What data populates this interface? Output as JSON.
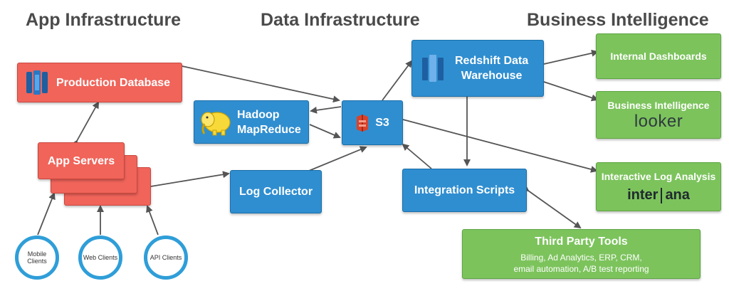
{
  "sections": {
    "app": "App Infrastructure",
    "data": "Data Infrastructure",
    "bi": "Business Intelligence"
  },
  "nodes": {
    "production_db": "Production Database",
    "app_servers": "App Servers",
    "hadoop_line1": "Hadoop",
    "hadoop_line2": "MapReduce",
    "s3": "S3",
    "log_collector": "Log Collector",
    "redshift_line1": "Redshift Data",
    "redshift_line2": "Warehouse",
    "integration_scripts": "Integration Scripts",
    "internal_dashboards": "Internal Dashboards",
    "business_intelligence": "Business Intelligence",
    "looker_logo": "looker",
    "interactive_log": "Interactive Log Analysis",
    "interana_left": "inter",
    "interana_right": "ana",
    "third_party_title": "Third Party Tools",
    "third_party_line1": "Billing, Ad Analytics, ERP, CRM,",
    "third_party_line2": "email automation, A/B test reporting"
  },
  "clients": {
    "mobile": "Mobile Clients",
    "web": "Web Clients",
    "api": "API Clients"
  },
  "icons": {
    "database": "database-icon",
    "elephant": "hadoop-elephant-icon",
    "s3": "aws-s3-icon",
    "redshift": "redshift-icon"
  },
  "colors": {
    "app": "#f0645a",
    "data": "#2f8ed0",
    "bi": "#7cc35c",
    "client_ring": "#2f9ed8",
    "edge": "#555555"
  }
}
